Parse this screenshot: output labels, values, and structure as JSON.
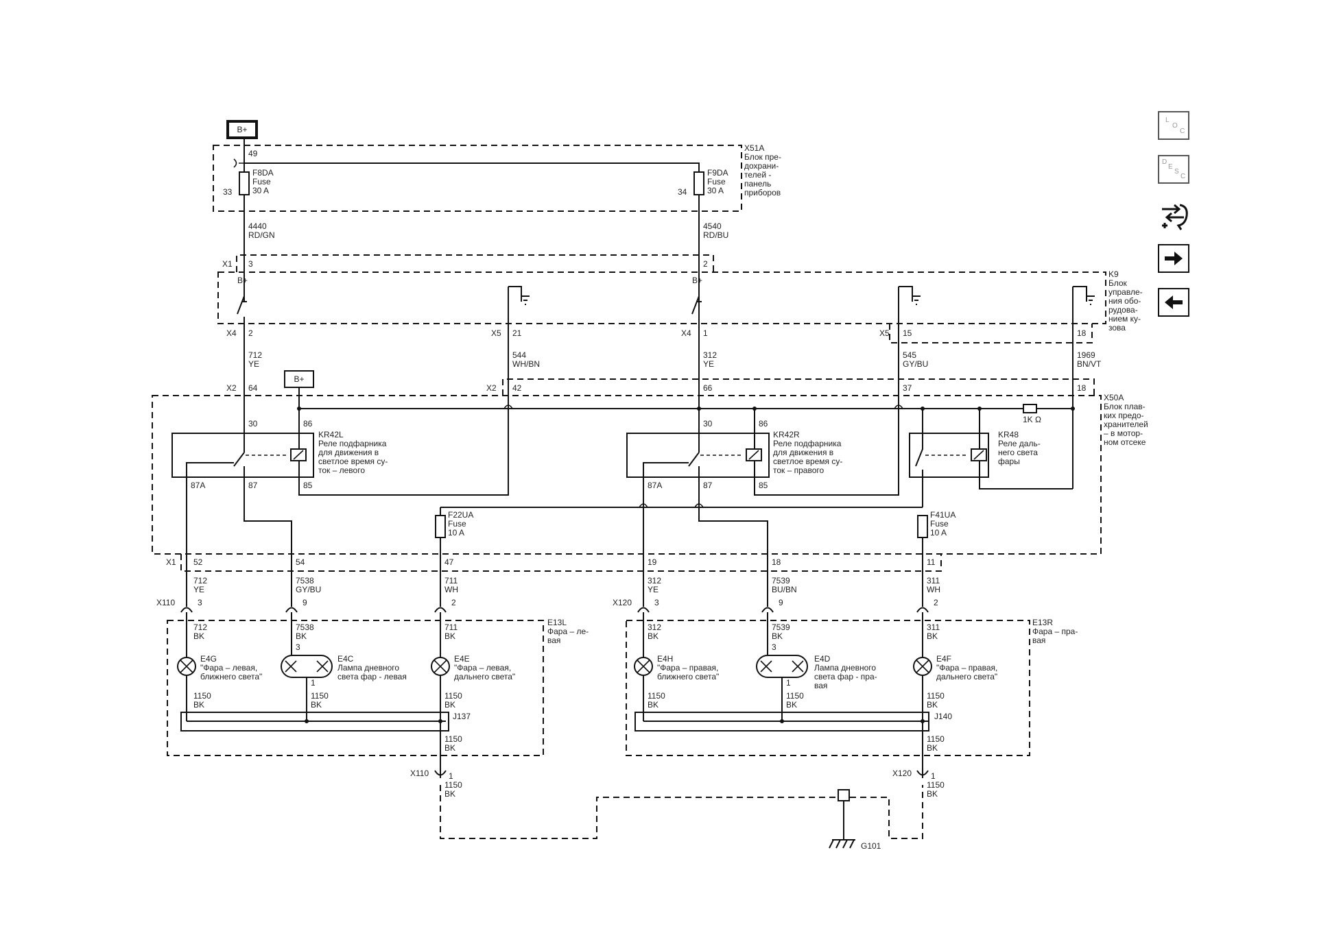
{
  "nav": {
    "loc": [
      "L",
      "O",
      "C"
    ],
    "desc": [
      "D",
      "E",
      "S",
      "C"
    ]
  },
  "wires": {
    "w4440": [
      "4440",
      "RD/GN"
    ],
    "w4540": [
      "4540",
      "RD/BU"
    ],
    "w712": [
      "712",
      "YE"
    ],
    "w544": [
      "544",
      "WH/BN"
    ],
    "w312": [
      "312",
      "YE"
    ],
    "w545": [
      "545",
      "GY/BU"
    ],
    "w1969": [
      "1969",
      "BN/VT"
    ],
    "w712b": [
      "712",
      "YE"
    ],
    "w7538": [
      "7538",
      "GY/BU"
    ],
    "w711": [
      "711",
      "WH"
    ],
    "w312b": [
      "312",
      "YE"
    ],
    "w7539": [
      "7539",
      "BU/BN"
    ],
    "w311": [
      "311",
      "WH"
    ],
    "l712": [
      "712",
      "BK"
    ],
    "l7538": [
      "7538",
      "BK"
    ],
    "l711": [
      "711",
      "BK"
    ],
    "l312": [
      "312",
      "BK"
    ],
    "l7539": [
      "7539",
      "BK"
    ],
    "l311": [
      "311",
      "BK"
    ],
    "g1": [
      "1150",
      "BK"
    ],
    "g2": [
      "1150",
      "BK"
    ],
    "g3": [
      "1150",
      "BK"
    ],
    "g4": [
      "1150",
      "BK"
    ],
    "g5": [
      "1150",
      "BK"
    ],
    "g6": [
      "1150",
      "BK"
    ],
    "g7": [
      "1150",
      "BK"
    ],
    "g8": [
      "1150",
      "BK"
    ],
    "g9": [
      "1150",
      "BK"
    ],
    "g10": [
      "1150",
      "BK"
    ]
  },
  "blocks": {
    "x51a": [
      "X51A",
      "Блок пре-",
      "дохрани-",
      "телей -",
      "панель",
      "приборов"
    ],
    "k9": [
      "K9",
      "Блок",
      "управле-",
      "ния обо-",
      "рудова-",
      "нием ку-",
      "зова"
    ],
    "x50a": [
      "X50A",
      "Блок плав-",
      "ких предо-",
      "хранителей",
      "– в мотор-",
      "ном отсеке"
    ],
    "e13l": [
      "E13L",
      "Фара – ле-",
      "вая"
    ],
    "e13r": [
      "E13R",
      "Фара – пра-",
      "вая"
    ]
  },
  "fuses": {
    "f8da": [
      "F8DA",
      "Fuse",
      "30 A"
    ],
    "f9da": [
      "F9DA",
      "Fuse",
      "30 A"
    ],
    "f22ua": [
      "F22UA",
      "Fuse",
      "10 A"
    ],
    "f41ua": [
      "F41UA",
      "Fuse",
      "10 A"
    ]
  },
  "relays": {
    "kr42l": [
      "KR42L",
      "Реле подфарника",
      "для движения в",
      "светлое время су-",
      "ток – левого"
    ],
    "kr42r": [
      "KR42R",
      "Реле подфарника",
      "для движения в",
      "светлое время су-",
      "ток – правого"
    ],
    "kr48": [
      "KR48",
      "Реле даль-",
      "него света",
      "фары"
    ]
  },
  "lamps": {
    "e4g": [
      "E4G",
      "\"Фара – левая,",
      "ближнего света\""
    ],
    "e4c": [
      "E4C",
      "Лампа дневного",
      "света фар - левая"
    ],
    "e4e": [
      "E4E",
      "\"Фара – левая,",
      "дальнего света\""
    ],
    "e4h": [
      "E4H",
      "\"Фара – правая,",
      "ближнего света\""
    ],
    "e4d": [
      "E4D",
      "Лампа дневного",
      "света фар - пра-",
      "вая"
    ],
    "e4f": [
      "E4F",
      "\"Фара – правая,",
      "дальнего света\""
    ]
  },
  "power": {
    "b_plus": "B+"
  },
  "misc": {
    "x1": "X1",
    "x2": "X2",
    "x4a": "X4",
    "x4b": "X4",
    "x5a": "X5",
    "x5b": "X5",
    "x2b": "X2",
    "x1b": "X1",
    "x110": "X110",
    "x120": "X120",
    "x110b": "X110",
    "x120b": "X120",
    "j137": "J137",
    "j140": "J140",
    "g101": "G101",
    "res": "1K Ω",
    "bplus_k9a": "B+",
    "bplus_k9b": "B+"
  },
  "pins": {
    "p49": "49",
    "p33": "33",
    "p34": "34",
    "p3": "3",
    "p2": "2",
    "p2b": "2",
    "p21": "21",
    "p1": "1",
    "p15": "15",
    "p18": "18",
    "p64": "64",
    "p42": "42",
    "p66": "66",
    "p37": "37",
    "p18b": "18",
    "p30a": "30",
    "p86a": "86",
    "p30b": "30",
    "p86b": "86",
    "p87aa": "87A",
    "p87a": "87",
    "p85a": "85",
    "p87ab": "87A",
    "p87b": "87",
    "p85b": "85",
    "p52": "52",
    "p54": "54",
    "p47": "47",
    "p19": "19",
    "p18c": "18",
    "p11": "11",
    "c3a": "3",
    "c9a": "9",
    "c2a": "2",
    "c3b": "3",
    "c9b": "9",
    "c2b": "2",
    "e4c3": "3",
    "e4c1": "1",
    "e4d3": "3",
    "e4d1": "1",
    "s1a": "1",
    "s1b": "1"
  }
}
